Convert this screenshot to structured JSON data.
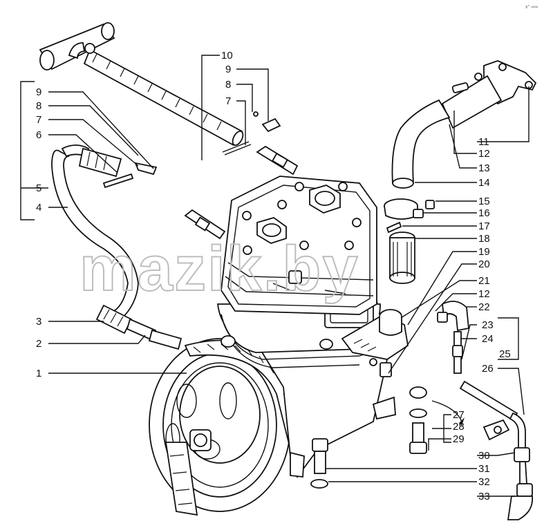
{
  "watermark": "mazik.by",
  "corner_mark": "x° ∞∞",
  "callouts": [
    {
      "id": "c1",
      "text": "1"
    },
    {
      "id": "c2",
      "text": "2"
    },
    {
      "id": "c3",
      "text": "3"
    },
    {
      "id": "c4",
      "text": "4"
    },
    {
      "id": "c5",
      "text": "5"
    },
    {
      "id": "c6",
      "text": "6"
    },
    {
      "id": "c7l",
      "text": "7"
    },
    {
      "id": "c8l",
      "text": "8"
    },
    {
      "id": "c9l",
      "text": "9"
    },
    {
      "id": "c10",
      "text": "10"
    },
    {
      "id": "c9t",
      "text": "9"
    },
    {
      "id": "c8t",
      "text": "8"
    },
    {
      "id": "c7t",
      "text": "7"
    },
    {
      "id": "c11",
      "text": "11"
    },
    {
      "id": "c12a",
      "text": "12"
    },
    {
      "id": "c13",
      "text": "13"
    },
    {
      "id": "c14",
      "text": "14"
    },
    {
      "id": "c15",
      "text": "15"
    },
    {
      "id": "c16",
      "text": "16"
    },
    {
      "id": "c17",
      "text": "17"
    },
    {
      "id": "c18",
      "text": "18"
    },
    {
      "id": "c19",
      "text": "19"
    },
    {
      "id": "c20",
      "text": "20"
    },
    {
      "id": "c21",
      "text": "21"
    },
    {
      "id": "c12b",
      "text": "12"
    },
    {
      "id": "c22",
      "text": "22"
    },
    {
      "id": "c23",
      "text": "23"
    },
    {
      "id": "c24",
      "text": "24"
    },
    {
      "id": "c25",
      "text": "25"
    },
    {
      "id": "c26",
      "text": "26"
    },
    {
      "id": "c27",
      "text": "27"
    },
    {
      "id": "c28",
      "text": "28"
    },
    {
      "id": "c29",
      "text": "29"
    },
    {
      "id": "c30",
      "text": "30"
    },
    {
      "id": "c31",
      "text": "31"
    },
    {
      "id": "c32",
      "text": "32"
    },
    {
      "id": "c33",
      "text": "33"
    }
  ]
}
